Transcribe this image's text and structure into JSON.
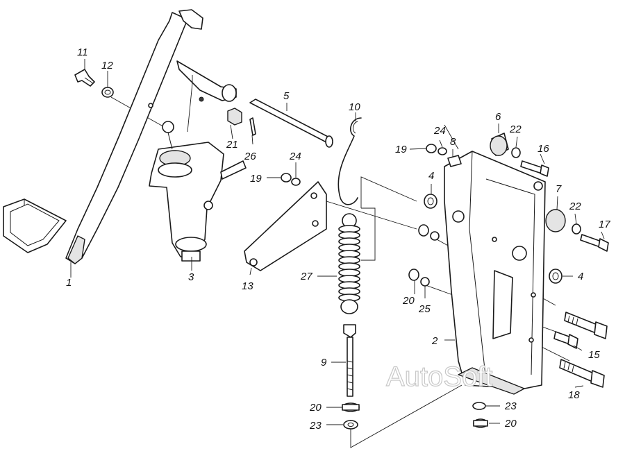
{
  "watermark": "AutoSoft",
  "callouts": {
    "c1": "1",
    "c2": "2",
    "c3": "3",
    "c4a": "4",
    "c4b": "4",
    "c5": "5",
    "c6": "6",
    "c7": "7",
    "c8": "8",
    "c9": "9",
    "c10": "10",
    "c11": "11",
    "c12": "12",
    "c13": "13",
    "c15": "15",
    "c16": "16",
    "c17": "17",
    "c18": "18",
    "c19a": "19",
    "c19b": "19",
    "c20a": "20",
    "c20b": "20",
    "c20c": "20",
    "c21": "21",
    "c22a": "22",
    "c22b": "22",
    "c23a": "23",
    "c23b": "23",
    "c24a": "24",
    "c24b": "24",
    "c25": "25",
    "c26": "26",
    "c27": "27"
  }
}
